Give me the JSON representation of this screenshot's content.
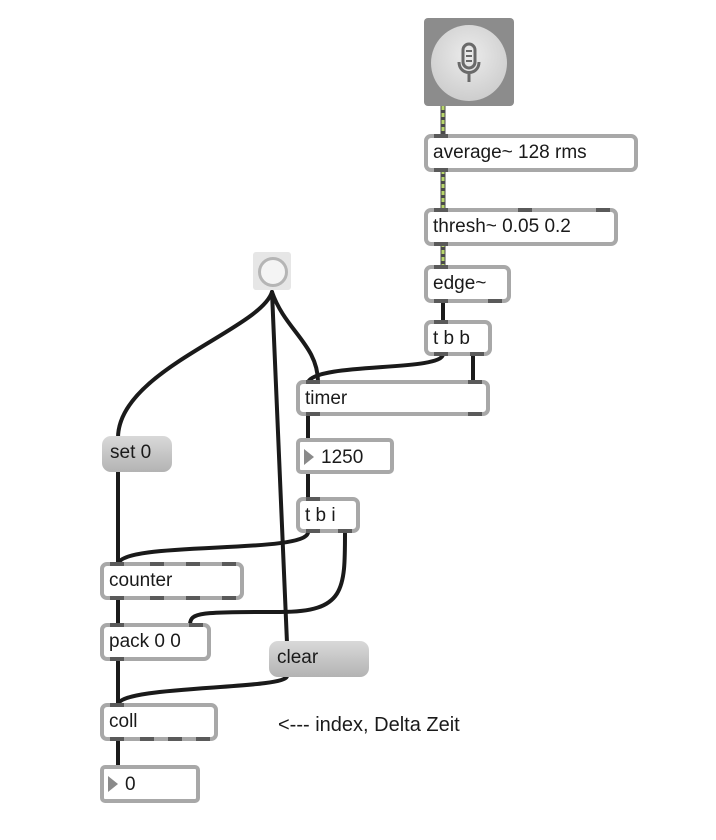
{
  "objects": {
    "average": "average~ 128 rms",
    "thresh": "thresh~ 0.05 0.2",
    "edge": "edge~",
    "tbb": "t b b",
    "timer": "timer",
    "tbi": "t b i",
    "counter": "counter",
    "pack": "pack 0 0",
    "coll": "coll"
  },
  "messages": {
    "set0": "set 0",
    "clear": "clear"
  },
  "numbers": {
    "timer_out": "1250",
    "coll_out": "0"
  },
  "comment": "<--- index, Delta Zeit",
  "icons": {
    "adc": "microphone-icon",
    "bang": "bang-circle-icon"
  },
  "colors": {
    "box_border": "#a8a8a8",
    "signal_cord": "#b8d66a",
    "control_cord": "#1a1a1a"
  }
}
